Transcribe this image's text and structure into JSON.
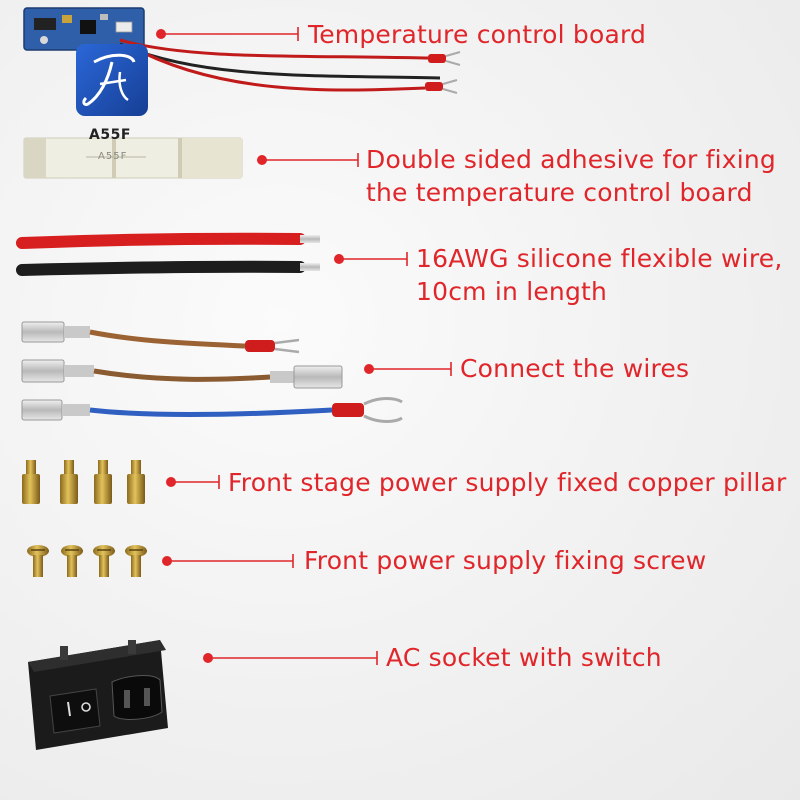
{
  "brand": {
    "logo_text": "A55F",
    "stamp_text": "A55F"
  },
  "colors": {
    "accent": "#e0262a",
    "logo_blue": "#1f4fb3",
    "background": "#f2f2f2"
  },
  "items": [
    {
      "id": "temp-board",
      "lines": [
        "Temperature control board"
      ]
    },
    {
      "id": "adhesive",
      "lines": [
        "Double sided adhesive for fixing",
        "the temperature control board"
      ]
    },
    {
      "id": "silicone-wire",
      "lines": [
        "16AWG silicone flexible wire,",
        "10cm in length"
      ]
    },
    {
      "id": "connect-wires",
      "lines": [
        "Connect the wires"
      ]
    },
    {
      "id": "copper-pillar",
      "lines": [
        "Front stage power supply fixed copper pillar"
      ]
    },
    {
      "id": "fixing-screw",
      "lines": [
        "Front power supply fixing screw"
      ]
    },
    {
      "id": "ac-socket",
      "lines": [
        "AC socket with switch"
      ]
    }
  ]
}
